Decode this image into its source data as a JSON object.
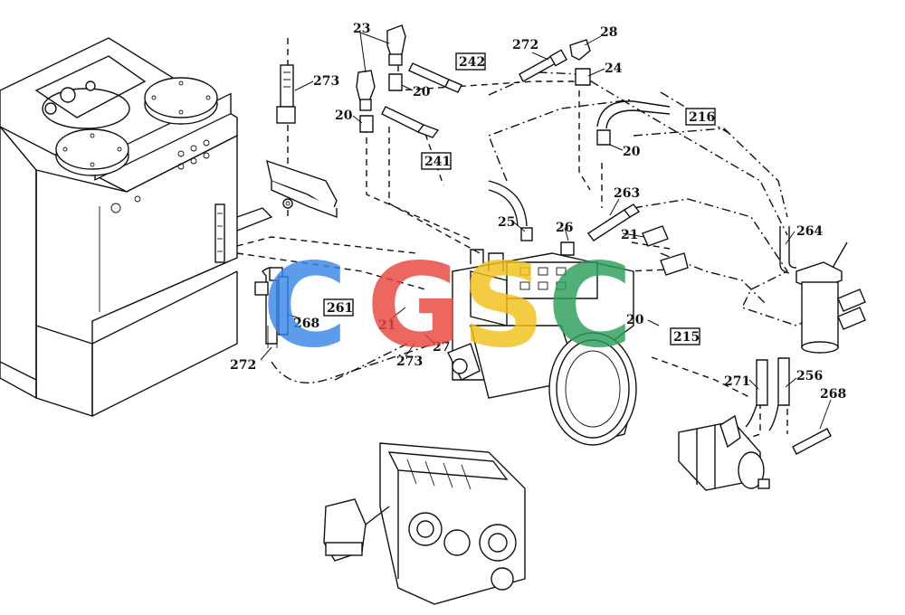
{
  "diagram": {
    "callouts": [
      "23",
      "28",
      "272",
      "242",
      "273",
      "24",
      "20",
      "20",
      "216",
      "241",
      "20",
      "263",
      "25",
      "26",
      "21",
      "264",
      "261",
      "268",
      "21",
      "20",
      "215",
      "27",
      "273",
      "272",
      "271",
      "256",
      "268"
    ],
    "boxed_callouts": [
      "242",
      "241",
      "216",
      "261",
      "215"
    ]
  },
  "watermark": {
    "letters": [
      "C",
      "G",
      "S",
      "C"
    ],
    "colors": [
      "#3a86e8",
      "#e8463e",
      "#f2c21b",
      "#2e9e5b"
    ]
  }
}
